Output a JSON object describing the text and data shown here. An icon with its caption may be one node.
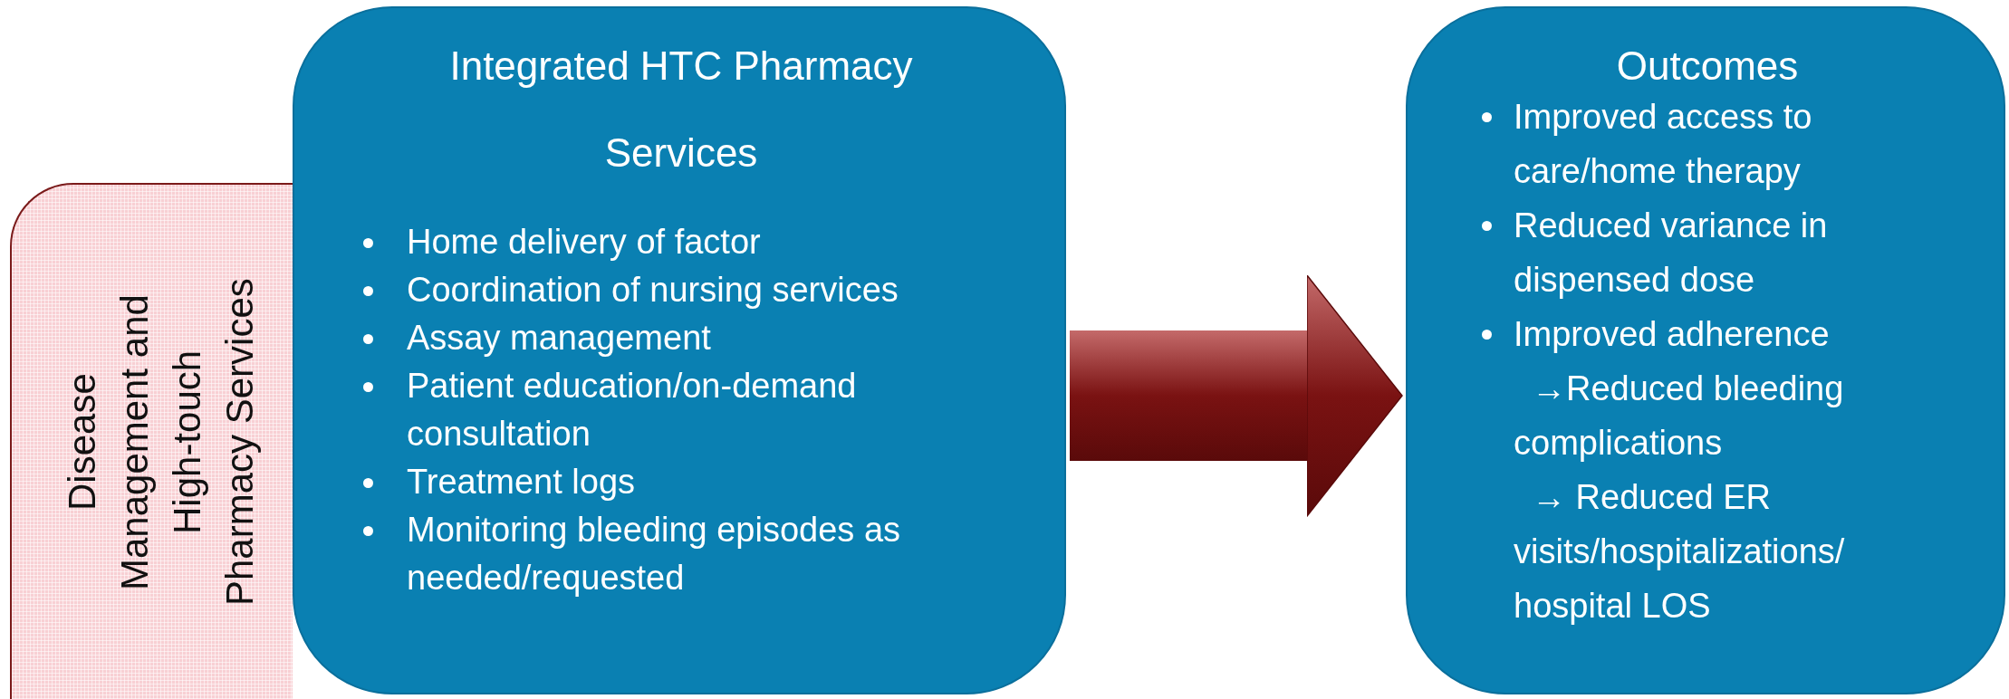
{
  "diagram": {
    "nodes": [
      {
        "text": [
          "Disease Management and High-touch Pharmacy Services"
        ]
      },
      {
        "text": [
          "Integrated HTC Pharmacy Services",
          "Home delivery of factor",
          "Coordination of nursing services",
          "Assay management",
          "Patient education/on-demand consultation",
          "Treatment logs",
          "Monitoring bleeding episodes as needed/requested"
        ]
      },
      {
        "text": [
          "Outcomes",
          "Improved access to care/home therapy",
          "Reduced variance in dispensed dose",
          "Improved adherence",
          "→Reduced bleeding complications",
          "→ Reduced ER visits/hospitalizations/ hospital LOS"
        ]
      }
    ],
    "edges": [
      {
        "from": 1,
        "to": 2,
        "arrow": "to",
        "style": "thick",
        "color": "#7a1212"
      }
    ]
  }
}
